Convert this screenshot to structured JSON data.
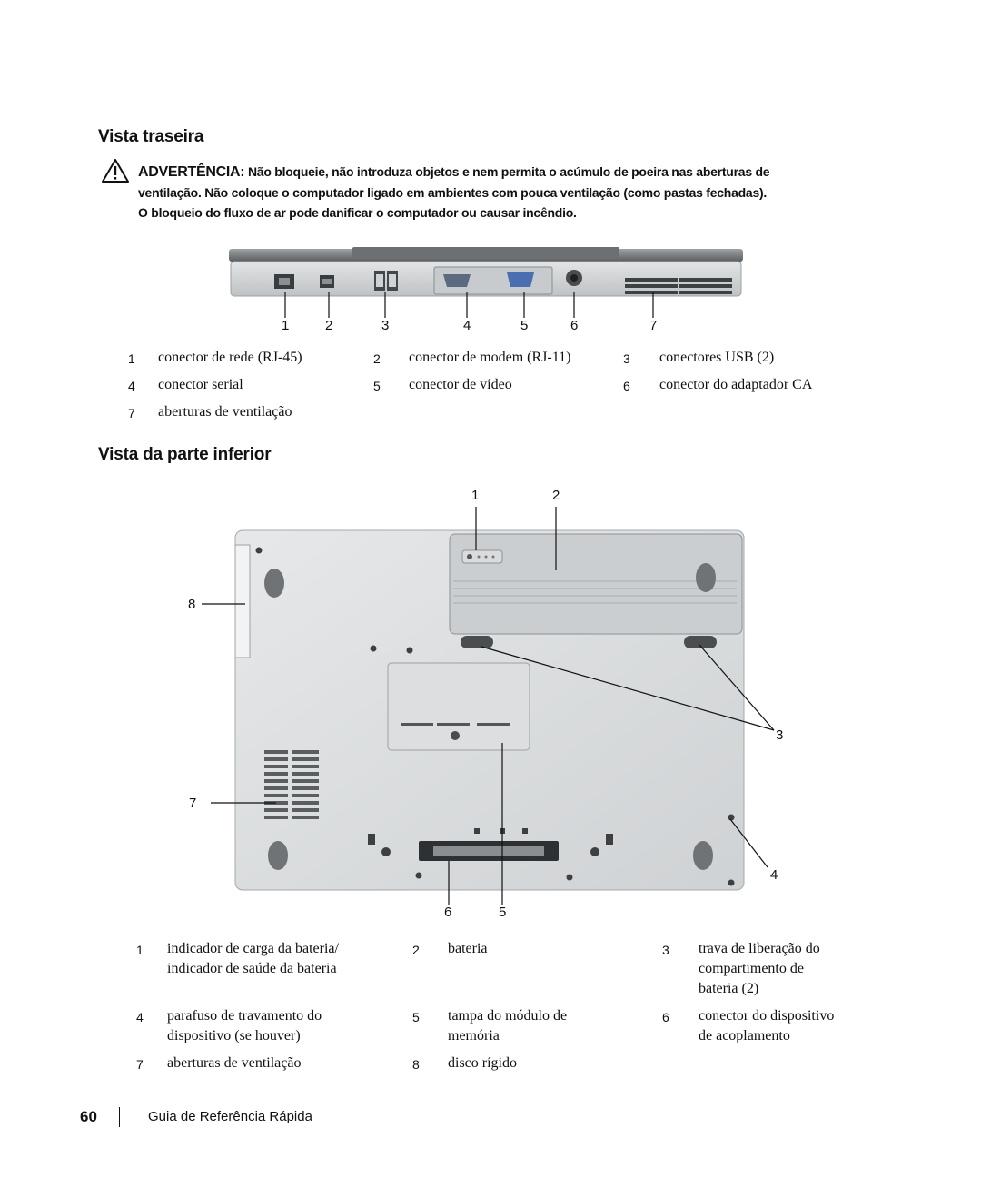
{
  "rear": {
    "title": "Vista traseira",
    "warning_label": "ADVERTÊNCIA:",
    "warning_lines": [
      "Não bloqueie, não introduza objetos e nem permita o acúmulo de poeira nas aberturas de",
      "ventilação. Não coloque o computador ligado em ambientes com pouca ventilação (como pastas fechadas).",
      "O bloqueio do fluxo de ar pode danificar o computador ou causar incêndio."
    ],
    "callouts": [
      "1",
      "2",
      "3",
      "4",
      "5",
      "6",
      "7"
    ],
    "legend": [
      {
        "num": "1",
        "label": "conector de rede (RJ-45)"
      },
      {
        "num": "2",
        "label": "conector de modem (RJ-11)"
      },
      {
        "num": "3",
        "label": "conectores USB (2)"
      },
      {
        "num": "4",
        "label": "conector serial"
      },
      {
        "num": "5",
        "label": "conector de vídeo"
      },
      {
        "num": "6",
        "label": "conector do adaptador CA"
      },
      {
        "num": "7",
        "label": "aberturas de ventilação"
      }
    ]
  },
  "bottom": {
    "title": "Vista da parte inferior",
    "callouts": [
      "1",
      "2",
      "3",
      "4",
      "5",
      "6",
      "7",
      "8"
    ],
    "legend": [
      {
        "num": "1",
        "lines": [
          "indicador de carga da bateria/",
          "indicador de saúde da bateria"
        ]
      },
      {
        "num": "2",
        "lines": [
          "bateria"
        ]
      },
      {
        "num": "3",
        "lines": [
          "trava de liberação do",
          "compartimento de",
          "bateria (2)"
        ]
      },
      {
        "num": "4",
        "lines": [
          "parafuso de travamento do",
          "dispositivo (se houver)"
        ]
      },
      {
        "num": "5",
        "lines": [
          "tampa do módulo de",
          "memória"
        ]
      },
      {
        "num": "6",
        "lines": [
          "conector do dispositivo",
          "de acoplamento"
        ]
      },
      {
        "num": "7",
        "lines": [
          "aberturas de ventilação"
        ]
      },
      {
        "num": "8",
        "lines": [
          "disco rígido"
        ]
      }
    ]
  },
  "footer": {
    "page_number": "60",
    "doc_title": "Guia de Referência Rápida"
  }
}
